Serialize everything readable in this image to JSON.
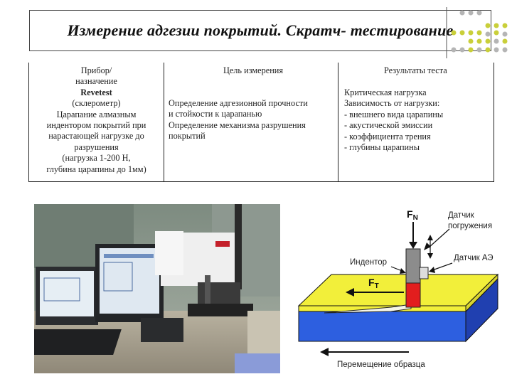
{
  "title": "Измерение адгезии покрытий. Скратч- тестирование",
  "table": {
    "col1": {
      "header_lines": [
        "Прибор/",
        "назначение"
      ],
      "device": "Revetest",
      "lines": [
        "(склерометр)",
        "Царапание алмазным",
        "индентором покрытий при",
        "нарастающей нагрузке до",
        "разрушения",
        "(нагрузка 1-200 Н,",
        "глубина царапины до 1мм)"
      ]
    },
    "col2": {
      "header": "Цель измерения",
      "lines": [
        "Определение адгезионной прочности",
        "и стойкости к царапанью",
        "Определение механизма разрушения",
        "покрытий"
      ]
    },
    "col3": {
      "header": "Результаты теста",
      "lines": [
        "Критическая нагрузка",
        "Зависимость от нагрузки:",
        "- внешнего вида царапины",
        "- акустической эмиссии",
        "- коэффициента трения",
        "- глубины царапины"
      ]
    }
  },
  "diagram": {
    "fn": "F",
    "fn_sub": "N",
    "ft": "F",
    "ft_sub": "T",
    "sensor_immersion_l1": "Датчик",
    "sensor_immersion_l2": "погружения",
    "indenter": "Индентор",
    "ae_sensor": "Датчик АЭ",
    "sample_move": "Перемещение образца"
  },
  "colors": {
    "substrate_blue": "#2d5fe0",
    "coating_yellow": "#f2ef3a",
    "indenter_red": "#e21e1e",
    "indenter_gray": "#8c8c8c",
    "accent_blue_rect": "#8a9bd8",
    "dot_yellow": "#c9cf3a",
    "dot_gray": "#b5b5b5"
  }
}
